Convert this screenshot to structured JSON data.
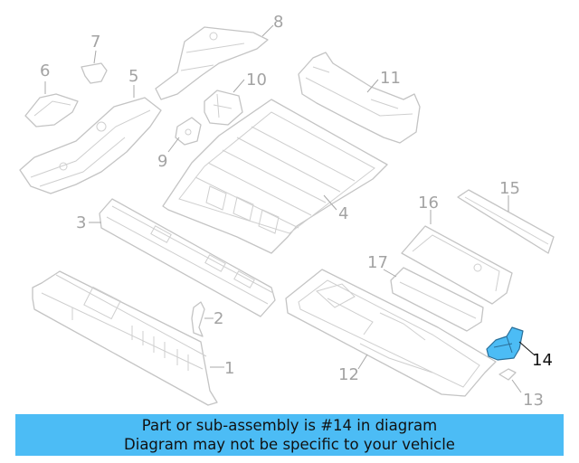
{
  "diagram": {
    "callouts": [
      {
        "id": "1",
        "label": "1"
      },
      {
        "id": "2",
        "label": "2"
      },
      {
        "id": "3",
        "label": "3"
      },
      {
        "id": "4",
        "label": "4"
      },
      {
        "id": "5",
        "label": "5"
      },
      {
        "id": "6",
        "label": "6"
      },
      {
        "id": "7",
        "label": "7"
      },
      {
        "id": "8",
        "label": "8"
      },
      {
        "id": "9",
        "label": "9"
      },
      {
        "id": "10",
        "label": "10"
      },
      {
        "id": "11",
        "label": "11"
      },
      {
        "id": "12",
        "label": "12"
      },
      {
        "id": "13",
        "label": "13"
      },
      {
        "id": "14",
        "label": "14"
      },
      {
        "id": "15",
        "label": "15"
      },
      {
        "id": "16",
        "label": "16"
      },
      {
        "id": "17",
        "label": "17"
      }
    ],
    "highlighted_part": "14",
    "colors": {
      "line_art": "#c4c4c4",
      "callout_inactive": "#a3a3a3",
      "callout_active": "#111111",
      "highlight_fill": "#4cbcf5",
      "banner_bg": "#4cbcf5"
    }
  },
  "banner": {
    "line1": "Part or sub-assembly is #14 in diagram",
    "line2": "Diagram may not be specific to your vehicle"
  }
}
